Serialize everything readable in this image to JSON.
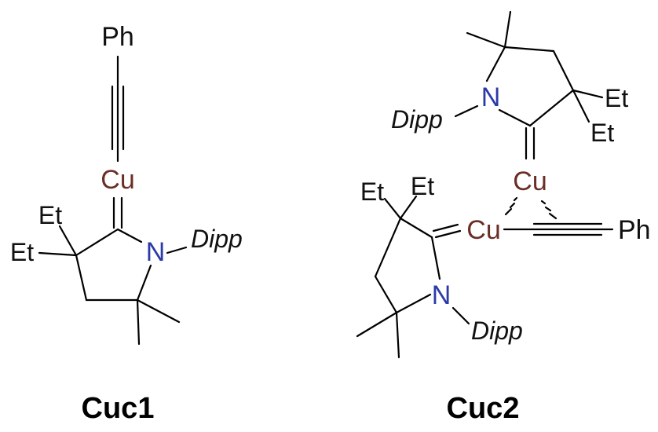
{
  "colors": {
    "copper": "#6b2e26",
    "nitrogen": "#2b3aa8",
    "bond": "#000000"
  },
  "cuc1": {
    "caption": "Cuc1",
    "ph": "Ph",
    "cu": "Cu",
    "n": "N",
    "dipp": "Dipp",
    "et1": "Et",
    "et2": "Et"
  },
  "cuc2": {
    "caption": "Cuc2",
    "top": {
      "n": "N",
      "dipp": "Dipp",
      "et1": "Et",
      "et2": "Et",
      "cu": "Cu"
    },
    "bottom": {
      "cu": "Cu",
      "ph": "Ph",
      "n": "N",
      "dipp": "Dipp",
      "et1": "Et",
      "et2": "Et"
    }
  }
}
